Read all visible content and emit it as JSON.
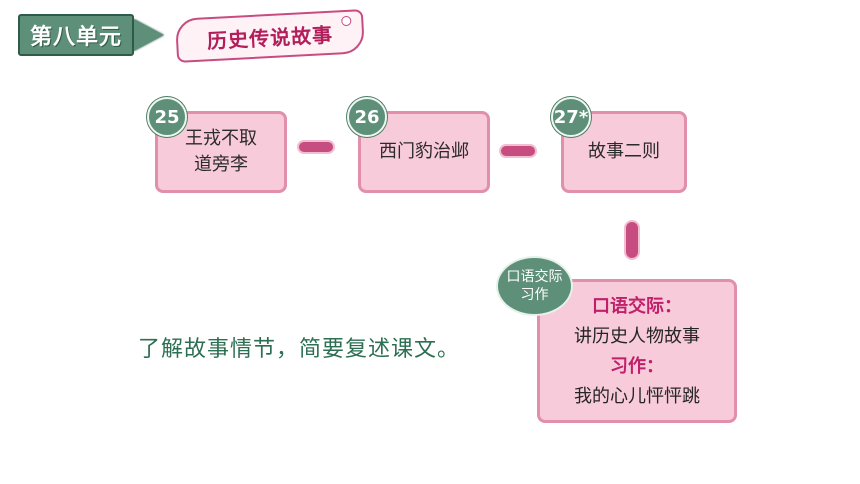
{
  "header": {
    "unit_label": "第八单元",
    "theme_label": "历史传说故事"
  },
  "lessons": [
    {
      "number": "25",
      "title": "王戎不取\n道旁李"
    },
    {
      "number": "26",
      "title": "西门豹治邺"
    },
    {
      "number": "27*",
      "title": "故事二则"
    }
  ],
  "oral_writing": {
    "badge_line_1": "口语交际",
    "badge_line_2": "习作",
    "oral_label": "口语交际：",
    "oral_topic": "讲历史人物故事",
    "writing_label": "习作：",
    "writing_topic": "我的心儿怦怦跳"
  },
  "objective": "了解故事情节，简要复述课文。",
  "colors": {
    "green": "#5e8f78",
    "pink_fill": "#f7cbd9",
    "pink_border": "#e28fac",
    "accent": "#c0206b",
    "objective_text": "#2c6f52"
  }
}
